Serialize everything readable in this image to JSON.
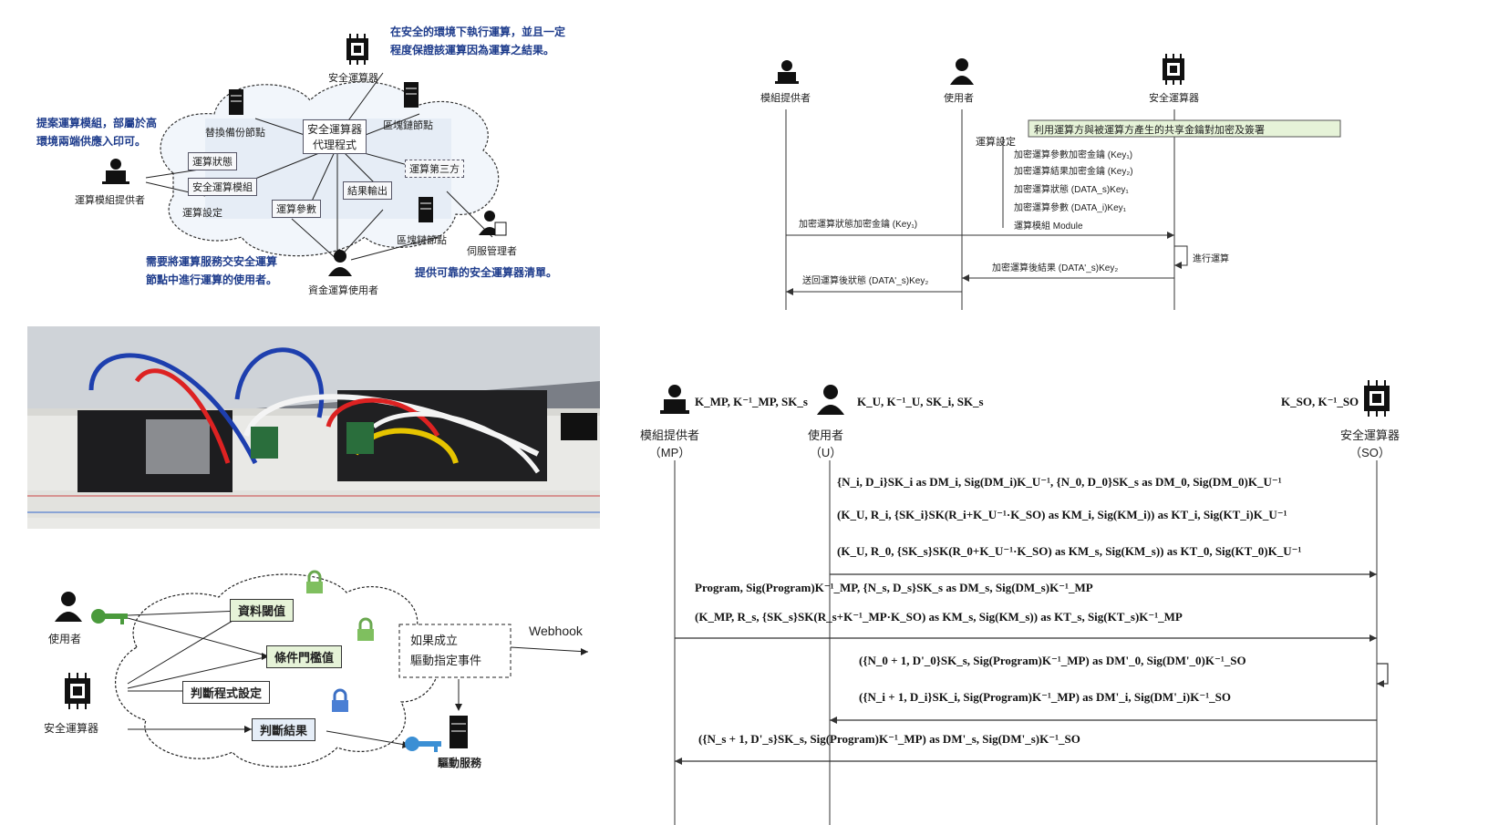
{
  "top_left": {
    "callout_top": "在安全的環境下執行運算，並且一定\n程度保證該運算因為運算之結果。",
    "callout_left": "提案運算模組，部屬於高\n環境兩端供應入印可。",
    "callout_bottom_left": "需要將運算服務交安全運算\n節點中進行運算的使用者。",
    "callout_bottom_right": "提供可靠的安全運算器清單。",
    "secure_processor_label": "安全運算器",
    "secure_platform_box": "安全運算器\n代理程式",
    "node_labels": {
      "module_provider": "運算模組提供者",
      "backup_node": "替換備份節點",
      "exec_node": "區塊鏈節點",
      "exec_node2": "區塊鏈節點",
      "manager": "伺服管理者",
      "user": "資金運算使用者"
    },
    "boxes": {
      "state": "運算狀態",
      "secure_module": "安全運算模組",
      "params": "運算參數",
      "setting": "運算設定",
      "output": "結果輸出",
      "third_party": "運算第三方"
    }
  },
  "top_right": {
    "actors": [
      "模組提供者",
      "使用者",
      "安全運算器"
    ],
    "note": "利用運算方與被運算方產生的共享金鑰對加密及簽署",
    "setup_label": "運算設定",
    "setup_items": [
      "加密運算參數加密金鑰 (Key₁)",
      "加密運算結果加密金鑰 (Key₂)",
      "加密運算狀態 (DATA_s)Key₁",
      "加密運算參數 (DATA_i)Key₁",
      "運算模組 Module"
    ],
    "msg_key": "加密運算狀態加密金鑰 (Key₁)",
    "self_label": "進行運算",
    "result_msg": "加密運算後結果 (DATA'_s)Key₂",
    "return_msg": "送回運算後狀態 (DATA'_s)Key₂"
  },
  "photo": {
    "description_hidden": ""
  },
  "bottom_left": {
    "user": "使用者",
    "secure_processor": "安全運算器",
    "boxes": [
      "資料閾值",
      "條件門檻值",
      "判斷程式設定",
      "判斷結果"
    ],
    "condition": "如果成立\n驅動指定事件",
    "webhook": "Webhook",
    "driver": "驅動服務"
  },
  "protocol": {
    "mp_label": "模組提供者\n（MP）",
    "mp_keys": "K_MP, K⁻¹_MP, SK_s",
    "u_label": "使用者\n（U）",
    "u_keys": "K_U, K⁻¹_U, SK_i, SK_s",
    "so_label": "安全運算器\n（SO）",
    "so_keys": "K_SO, K⁻¹_SO",
    "messages": [
      "{N_i, D_i}SK_i as DM_i, Sig(DM_i)K_U⁻¹, {N_0, D_0}SK_s as DM_0, Sig(DM_0)K_U⁻¹",
      "(K_U, R_i, {SK_i}SK(R_i+K_U⁻¹·K_SO) as KM_i, Sig(KM_i)) as KT_i, Sig(KT_i)K_U⁻¹",
      "(K_U, R_0, {SK_s}SK(R_0+K_U⁻¹·K_SO) as KM_s, Sig(KM_s)) as KT_0, Sig(KT_0)K_U⁻¹",
      "Program, Sig(Program)K⁻¹_MP, {N_s, D_s}SK_s as DM_s, Sig(DM_s)K⁻¹_MP",
      "(K_MP, R_s, {SK_s}SK(R_s+K⁻¹_MP·K_SO) as KM_s, Sig(KM_s)) as KT_s, Sig(KT_s)K⁻¹_MP",
      "({N_0 + 1, D'_0}SK_s, Sig(Program)K⁻¹_MP) as DM'_0, Sig(DM'_0)K⁻¹_SO",
      "({N_i + 1, D_i}SK_i, Sig(Program)K⁻¹_MP) as DM'_i, Sig(DM'_i)K⁻¹_SO",
      "({N_s + 1, D'_s}SK_s, Sig(Program)K⁻¹_MP) as DM'_s, Sig(DM'_s)K⁻¹_SO"
    ]
  }
}
